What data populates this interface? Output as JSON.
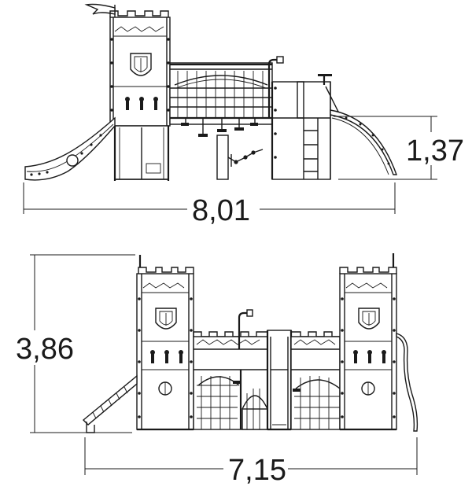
{
  "dimensions": {
    "top_length": "8,01",
    "top_height": "1,37",
    "bottom_height": "3,86",
    "bottom_width": "7,15"
  },
  "colors": {
    "line": "#1a1a1a",
    "background": "#ffffff"
  }
}
